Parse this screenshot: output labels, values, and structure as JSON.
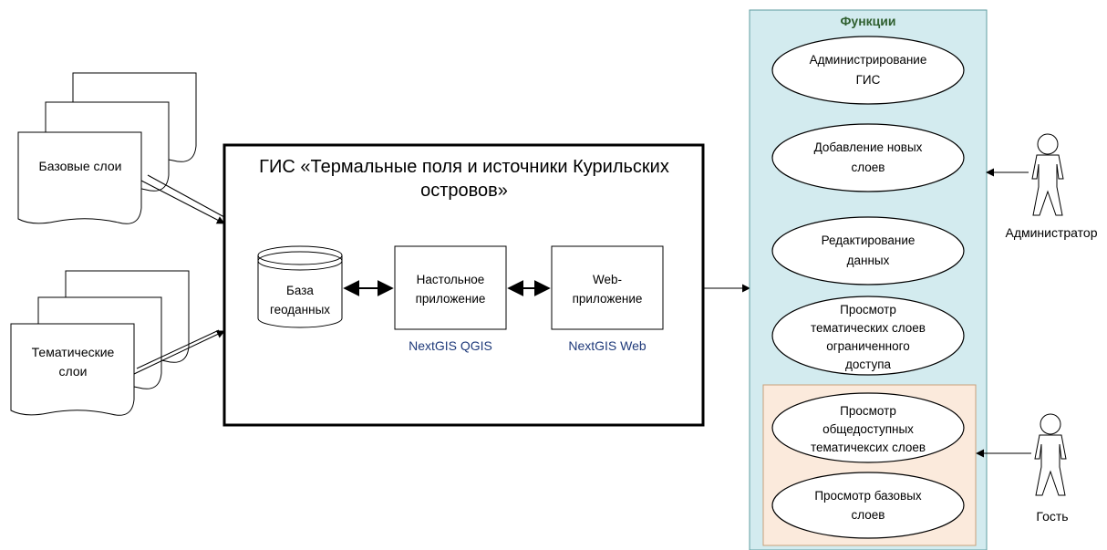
{
  "layers": {
    "base": {
      "label": "Базовые слои"
    },
    "thematic": {
      "label_line1": "Тематические",
      "label_line2": "слои"
    }
  },
  "gis": {
    "title_line1": "ГИС «Термальные поля и источники Курильских",
    "title_line2": "островов»",
    "geodatabase": {
      "line1": "База",
      "line2": "геоданных"
    },
    "desktop_app": {
      "line1": "Настольное",
      "line2": "приложение",
      "caption": "NextGIS QGIS"
    },
    "web_app": {
      "line1": "Web-",
      "line2": "приложение",
      "caption": "NextGIS Web"
    }
  },
  "functions": {
    "title": "Функции",
    "items": [
      {
        "lines": [
          "Администрирование",
          "ГИС"
        ]
      },
      {
        "lines": [
          "Добавление новых",
          "слоев"
        ]
      },
      {
        "lines": [
          "Редактирование",
          "данных"
        ]
      },
      {
        "lines": [
          "Просмотр",
          "тематических слоев",
          "ограниченного",
          "доступа"
        ]
      },
      {
        "lines": [
          "Просмотр",
          "общедоступных",
          "тематичексих слоев"
        ]
      },
      {
        "lines": [
          "Просмотр базовых",
          "слоев"
        ]
      }
    ]
  },
  "actors": {
    "admin": {
      "label": "Администратор"
    },
    "guest": {
      "label": "Гость"
    }
  },
  "colors": {
    "functions_bg": "#d3ebef",
    "functions_border": "#5f9ea0",
    "functions_title": "#2f5f2f",
    "guest_group_bg": "#fbeadc",
    "guest_group_border": "#c8a07a",
    "caption_blue": "#1f3a7a"
  }
}
